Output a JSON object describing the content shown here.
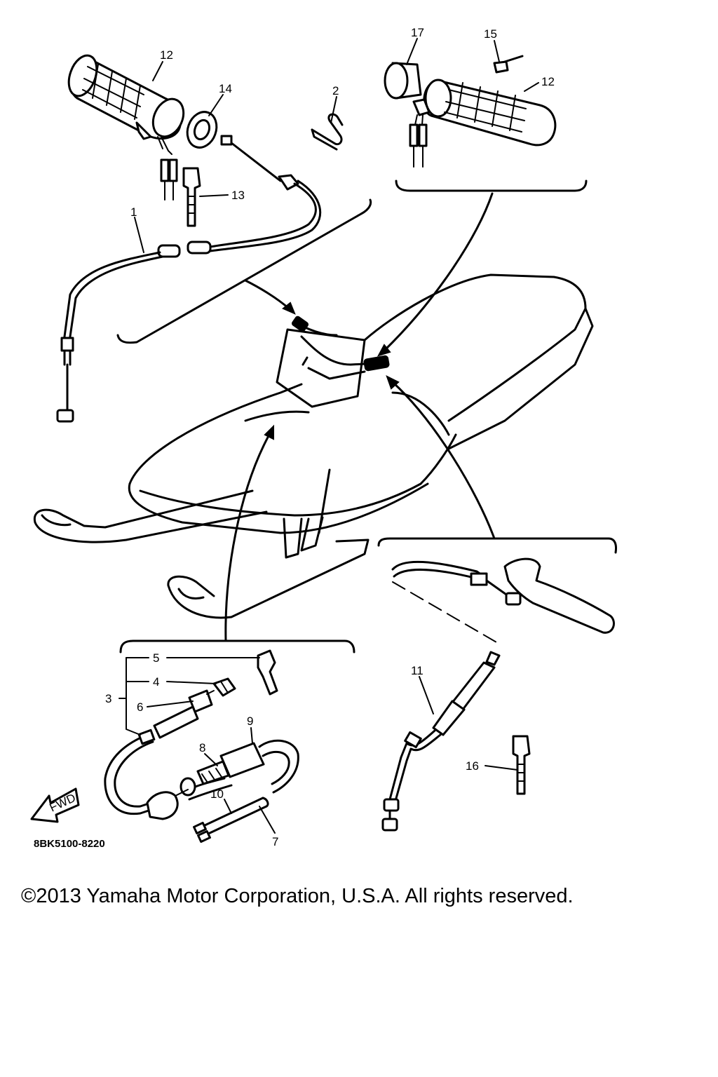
{
  "diagram": {
    "figure_code": "8BK5100-8220",
    "fwd_label": "FWD",
    "callouts": {
      "c12a": "12",
      "c14": "14",
      "c2": "2",
      "c17": "17",
      "c15": "15",
      "c12b": "12",
      "c13": "13",
      "c1": "1",
      "c5": "5",
      "c4": "4",
      "c3": "3",
      "c6": "6",
      "c9": "9",
      "c8": "8",
      "c10": "10",
      "c7": "7",
      "c11": "11",
      "c16": "16"
    }
  },
  "footer": {
    "copyright": "©2013 Yamaha Motor Corporation, U.S.A. All rights reserved."
  }
}
